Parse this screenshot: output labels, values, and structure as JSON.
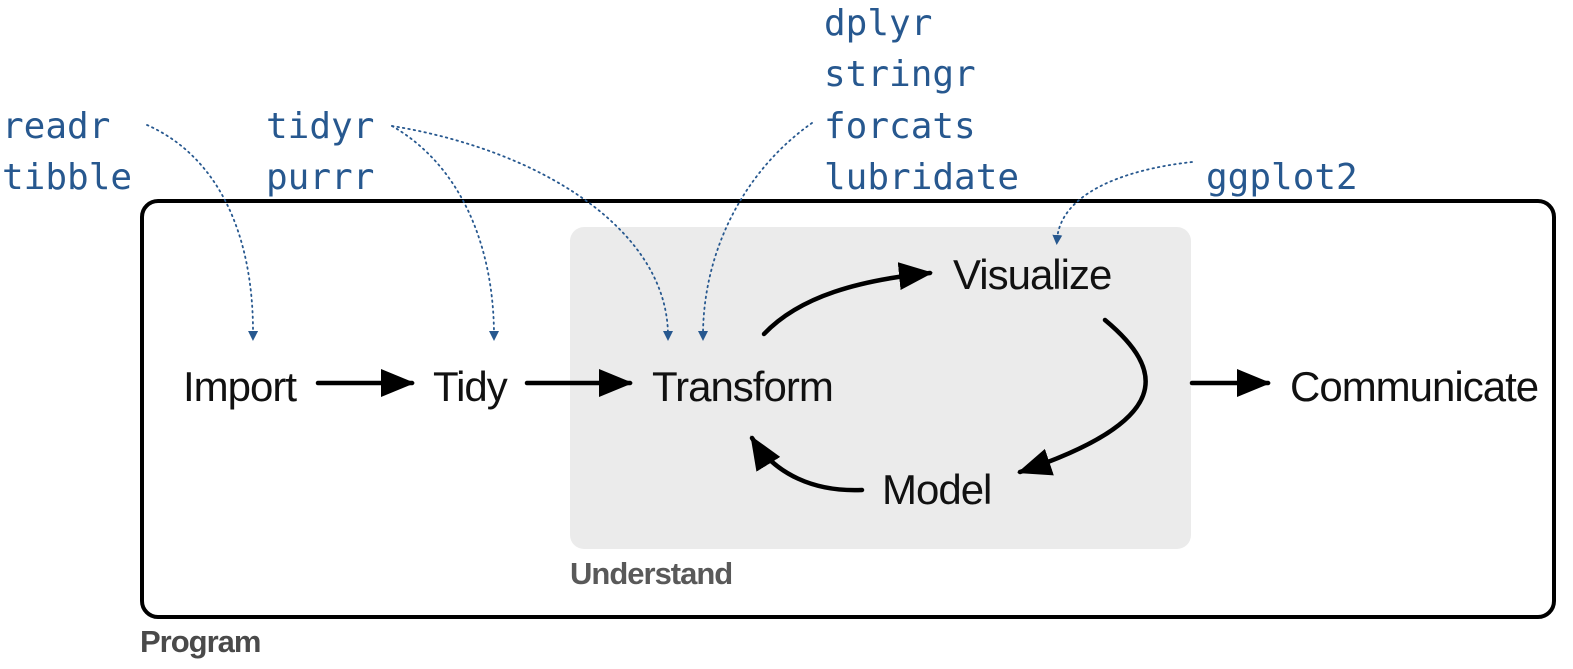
{
  "colors": {
    "package_text": "#27588f",
    "understand_fill": "#ebebeb",
    "understand_label": "#595959",
    "program_label": "#4a4a4a",
    "stage_text": "#111111"
  },
  "packages": {
    "import": [
      "readr",
      "tibble"
    ],
    "tidy": [
      "tidyr",
      "purrr"
    ],
    "transform": [
      "dplyr",
      "stringr",
      "forcats",
      "lubridate"
    ],
    "visualize": [
      "ggplot2"
    ]
  },
  "stages": {
    "import": "Import",
    "tidy": "Tidy",
    "transform": "Transform",
    "visualize": "Visualize",
    "model": "Model",
    "communicate": "Communicate"
  },
  "regions": {
    "understand": "Understand",
    "program": "Program"
  }
}
